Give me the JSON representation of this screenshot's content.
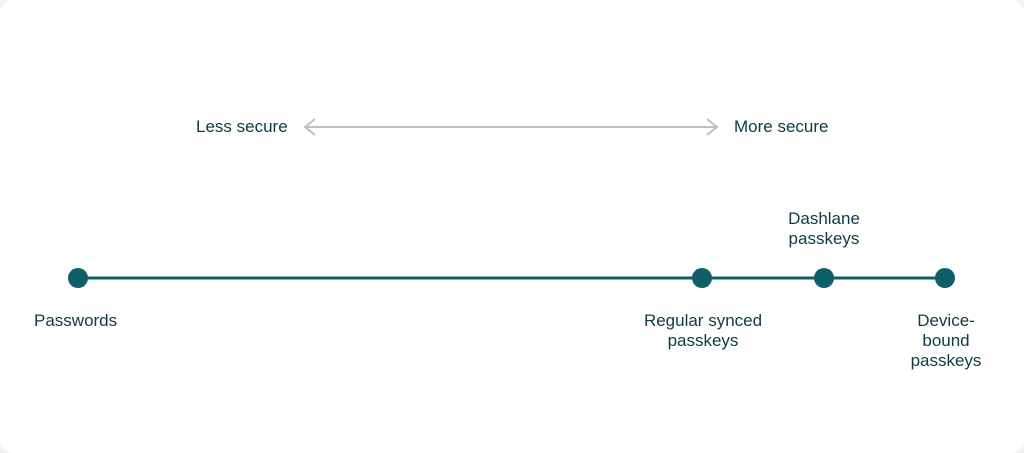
{
  "scale": {
    "less_label": "Less secure",
    "more_label": "More secure",
    "arrow_color": "#b7c1c6"
  },
  "timeline": {
    "line_color": "#0e5f6a",
    "dot_color": "#0e5f6a",
    "items": [
      {
        "label": "Passwords",
        "label_side": "below"
      },
      {
        "label": "Regular synced\npasskeys",
        "label_side": "below"
      },
      {
        "label": "Dashlane\npasskeys",
        "label_side": "above"
      },
      {
        "label": "Device-bound\npasskeys",
        "label_side": "below"
      }
    ]
  },
  "text_color": "#0e3b45"
}
